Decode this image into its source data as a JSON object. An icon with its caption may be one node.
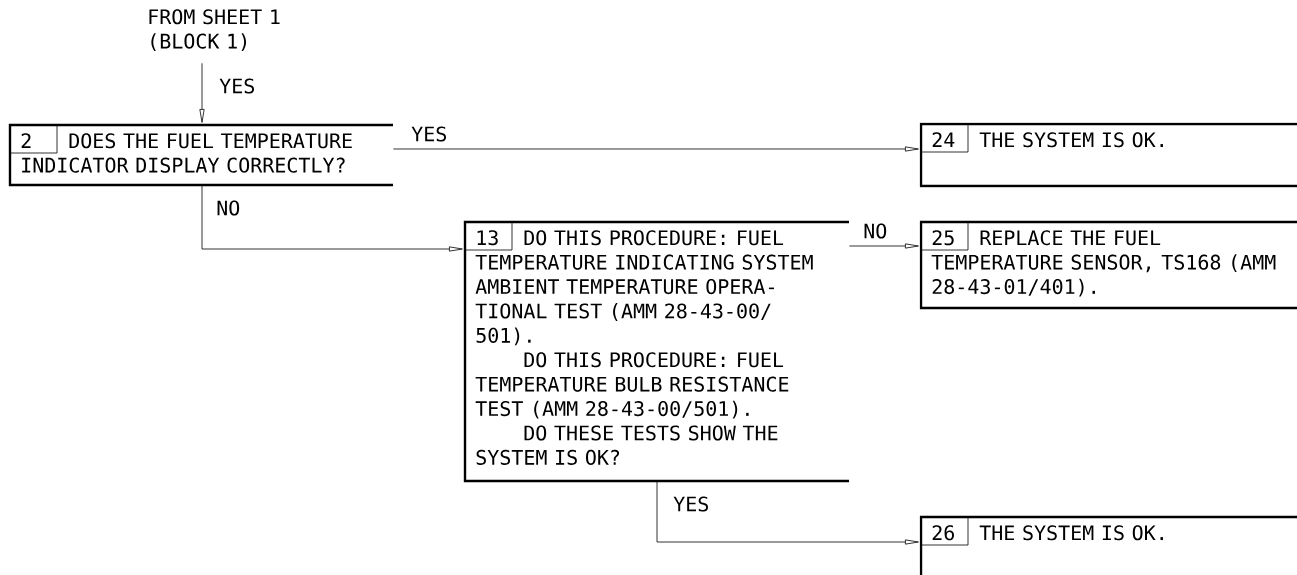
{
  "diagram": {
    "nodes": [
      {
        "text": [
          "FROM SHEET 1 (BLOCK 1)"
        ]
      },
      {
        "text": [
          "2",
          "DOES THE FUEL TEMPERATURE INDICATOR DISPLAY CORRECTLY?"
        ]
      },
      {
        "text": [
          "24",
          "THE SYSTEM IS OK."
        ]
      },
      {
        "text": [
          "13",
          "DO THIS PROCEDURE: FUEL TEMPERATURE INDICATING SYSTEM AMBIENT TEMPERATURE OPERA- TIONAL TEST (AMM 28-43-00/ 501).",
          "DO THIS PROCEDURE: FUEL TEMPERATURE BULB RESISTANCE TEST (AMM 28-43-00/501).",
          "DO THESE TESTS SHOW THE SYSTEM IS OK?"
        ]
      },
      {
        "text": [
          "25",
          "REPLACE THE FUEL TEMPERATURE SENSOR, TS168 (AMM 28-43-01/401)."
        ]
      },
      {
        "text": [
          "26",
          "THE SYSTEM IS OK."
        ]
      }
    ],
    "edges": [
      {
        "from": 0,
        "to": 1,
        "arrow": "to",
        "label": "YES"
      },
      {
        "from": 1,
        "to": 2,
        "arrow": "to",
        "label": "YES"
      },
      {
        "from": 1,
        "to": 3,
        "arrow": "to",
        "label": "NO"
      },
      {
        "from": 3,
        "to": 4,
        "arrow": "to",
        "label": "NO"
      },
      {
        "from": 3,
        "to": 5,
        "arrow": "to",
        "label": "YES"
      }
    ]
  }
}
